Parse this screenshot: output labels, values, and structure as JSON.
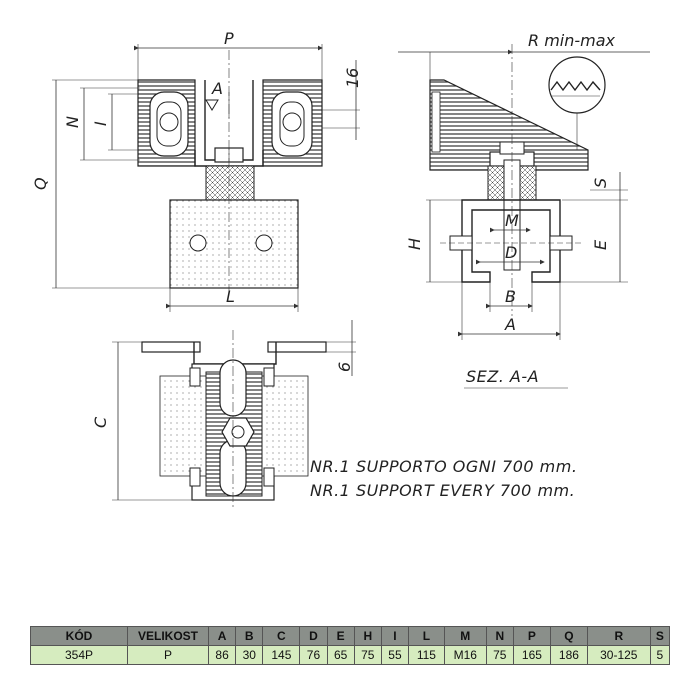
{
  "labels": {
    "P": "P",
    "R": "R min-max",
    "N": "N",
    "I": "I",
    "Q": "Q",
    "h16": "16",
    "A_arrow": "A",
    "S": "S",
    "H": "H",
    "E": "E",
    "M": "M",
    "D": "D",
    "B": "B",
    "A": "A",
    "L": "L",
    "C": "C",
    "h6": "6",
    "section": "SEZ. A-A"
  },
  "notes": {
    "line1": "NR.1 SUPPORTO OGNI 700 mm.",
    "line2": "NR.1 SUPPORT EVERY 700 mm."
  },
  "table": {
    "headers": [
      "KÓD",
      "VELIKOST",
      "A",
      "B",
      "C",
      "D",
      "E",
      "H",
      "I",
      "L",
      "M",
      "N",
      "P",
      "Q",
      "R",
      "S"
    ],
    "row": [
      "354P",
      "P",
      "86",
      "30",
      "145",
      "76",
      "65",
      "75",
      "55",
      "115",
      "M16",
      "75",
      "165",
      "186",
      "30-125",
      "5"
    ]
  },
  "colors": {
    "header_bg": "#8a8f8a",
    "row_bg": "#d6ecbf"
  }
}
